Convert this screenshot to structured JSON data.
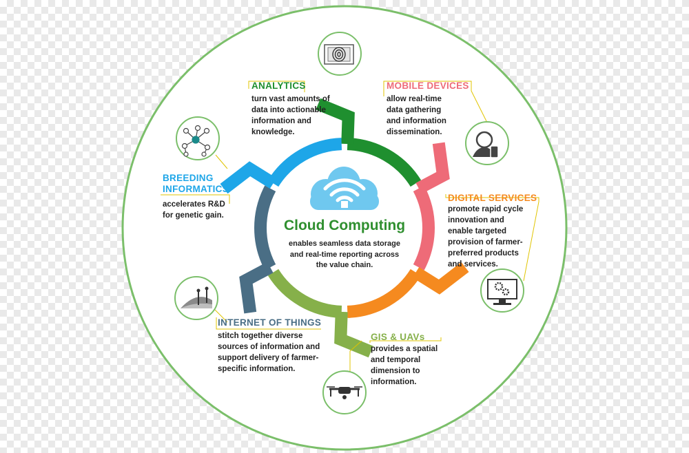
{
  "center": {
    "title": "Cloud Computing",
    "lines": [
      "enables seamless data storage",
      "and real-time reporting across",
      "the value chain."
    ]
  },
  "segments": [
    {
      "id": "analytics",
      "label": [
        "ANALYTICS"
      ],
      "color": "#1f8f2f",
      "desc": [
        "turn vast amounts of",
        "data into actionable",
        "information and",
        "knowledge."
      ],
      "icon": "fingerprint-scanner-icon"
    },
    {
      "id": "mobile",
      "label": [
        "MOBILE DEVICES"
      ],
      "color": "#ee6b78",
      "desc": [
        "allow real-time",
        "data gathering",
        "and information",
        "dissemination."
      ],
      "icon": "mobile-user-icon"
    },
    {
      "id": "digital",
      "label": [
        "DIGITAL SERVICES"
      ],
      "color": "#f58a1f",
      "desc": [
        "promote rapid cycle",
        "innovation and",
        "enable targeted",
        "provision of farmer-",
        "preferred products",
        "and services."
      ],
      "icon": "monitor-gears-icon"
    },
    {
      "id": "gis",
      "label": [
        "GIS & UAVs"
      ],
      "color": "#86b04a",
      "desc": [
        "provides a spatial",
        "and temporal",
        "dimension to",
        "information."
      ],
      "icon": "drone-icon"
    },
    {
      "id": "iot",
      "label": [
        "INTERNET OF THINGS"
      ],
      "color": "#4a6e85",
      "desc": [
        "stitch together diverse",
        "sources of information and",
        "support delivery of farmer-",
        "specific information."
      ],
      "icon": "field-sensors-icon"
    },
    {
      "id": "breeding",
      "label": [
        "BREEDING",
        "INFORMATICS"
      ],
      "color": "#1ea6e8",
      "desc": [
        "accelerates R&D",
        "for genetic gain."
      ],
      "icon": "network-nodes-icon"
    }
  ],
  "colors": {
    "outer_ring": "#7bbf6a",
    "cloud": "#6fc8ef",
    "callout_line": "#e0c400"
  }
}
